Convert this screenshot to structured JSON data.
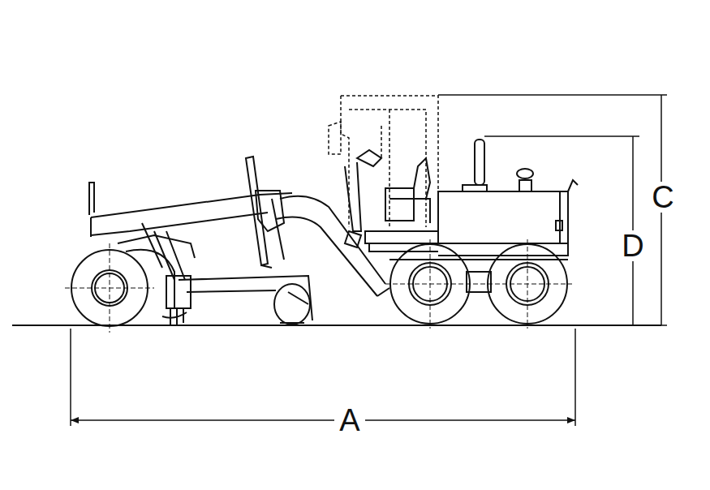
{
  "diagram": {
    "labels": [
      "C",
      "D",
      "A"
    ]
  }
}
